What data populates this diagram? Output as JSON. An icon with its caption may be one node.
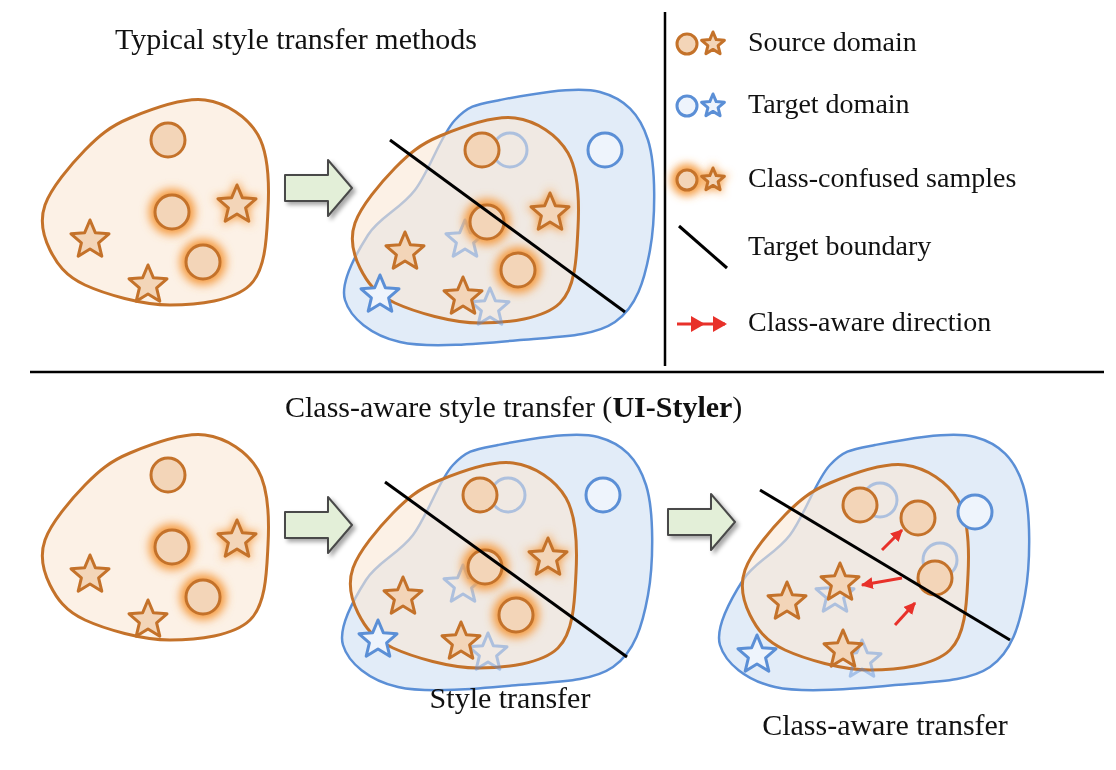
{
  "diagram": {
    "nodes": [
      {
        "text": [],
        "shape": "picture"
      },
      {
        "text": [],
        "shape": "picture"
      },
      {
        "text": [],
        "shape": "picture"
      },
      {
        "text": [],
        "shape": "picture",
        "beside": [
          "Style transfer"
        ]
      },
      {
        "text": [],
        "shape": "picture",
        "beside": [
          "Class-aware transfer"
        ]
      }
    ],
    "edges": [
      {
        "from": 0,
        "to": 1,
        "arrow": "to"
      },
      {
        "from": 2,
        "to": 3,
        "arrow": "to"
      },
      {
        "from": 3,
        "to": 4,
        "arrow": "to"
      }
    ],
    "labels": [
      "Typical style transfer methods",
      "Class-aware style transfer (**UI-Styler**)"
    ],
    "legend": [
      {
        "text": "Source domain"
      },
      {
        "text": "Target domain"
      },
      {
        "text": "Class-confused samples"
      },
      {
        "text": "Target boundary"
      },
      {
        "text": "Class-aware direction"
      }
    ]
  }
}
